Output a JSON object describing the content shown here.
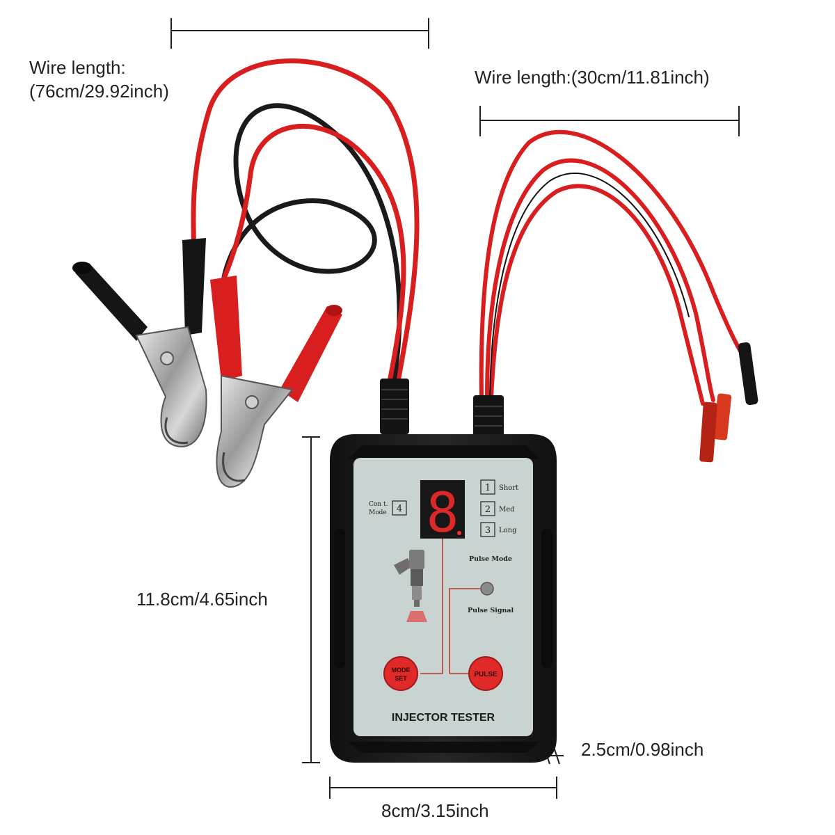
{
  "annotations": {
    "long_wire_label_line1": "Wire length:",
    "long_wire_label_line2": "(76cm/29.92inch)",
    "short_wire_label": "Wire length:(30cm/11.81inch)",
    "height_label": "11.8cm/4.65inch",
    "thickness_label": "2.5cm/0.98inch",
    "width_label": "8cm/3.15inch"
  },
  "device": {
    "title": "INJECTOR TESTER",
    "display_digit": "8",
    "cont_mode_line1": "Con t.",
    "cont_mode_line2": "Mode",
    "cont_mode_number": "4",
    "modes": [
      {
        "number": "1",
        "label": "Short"
      },
      {
        "number": "2",
        "label": "Med"
      },
      {
        "number": "3",
        "label": "Long"
      }
    ],
    "pulse_mode_label": "Pulse Mode",
    "pulse_signal_label": "Pulse Signal",
    "mode_set_line1": "MODE",
    "mode_set_line2": "SET",
    "pulse_button_label": "PULSE"
  },
  "colors": {
    "wire_red": "#d81e1e",
    "wire_black": "#1a1a1a",
    "panel": "#c9d3d2",
    "button_red": "#e02a2a",
    "led_red": "#ff2b2b",
    "case": "#1c1c1c"
  }
}
